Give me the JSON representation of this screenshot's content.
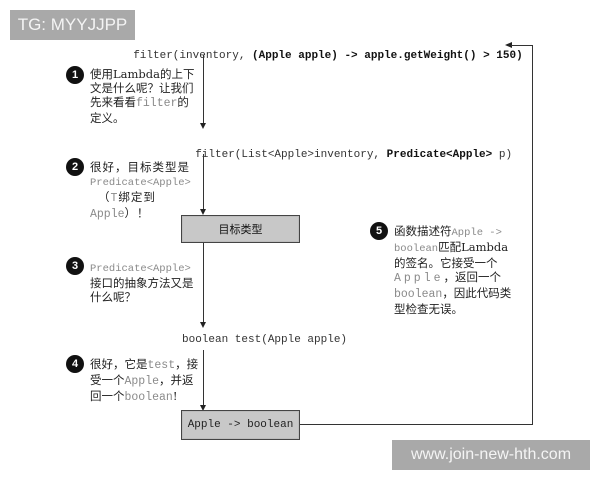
{
  "watermarks": {
    "top_left": "TG: MYYJJPP",
    "bottom_right": "www.join-new-hth.com"
  },
  "code": {
    "call_prefix": "filter(inventory, ",
    "call_lambda": "(Apple apple) -> apple.getWeight() > 150",
    "call_suffix": ")",
    "signature_prefix": "filter(List<Apple>inventory, ",
    "signature_bold": "Predicate<Apple>",
    "signature_suffix": " p)",
    "method": "boolean test(Apple apple)"
  },
  "boxes": {
    "target_type": "目标类型",
    "function_descriptor": "Apple -> boolean"
  },
  "steps": [
    {
      "number": "1",
      "parts": [
        "使用Lambda的上下文是什么呢？让我们先来看看",
        "filter",
        "的定义。"
      ]
    },
    {
      "number": "2",
      "parts": [
        "很好，目标类型是",
        "Predicate<Apple>",
        "（",
        "T",
        "绑定到",
        "Apple",
        "）！"
      ]
    },
    {
      "number": "3",
      "parts": [
        "Predicate<Apple>",
        "接口的抽象方法又是什么呢？"
      ]
    },
    {
      "number": "4",
      "parts": [
        "很好，它是",
        "test",
        "，接受一个",
        "Apple",
        "，并返回一个",
        "boolean",
        "!"
      ]
    },
    {
      "number": "5",
      "parts": [
        "函数描述符",
        "Apple -> boolean",
        "匹配Lambda的签名。它接受一个",
        "Apple",
        "，返回一个",
        "boolean",
        "，因此代码类型检查无误。"
      ]
    }
  ],
  "colors": {
    "box_fill": "#c8c8c8",
    "watermark_bg": "#a9a9a9",
    "badge": "#111111",
    "code_gray": "#8a8a8a"
  }
}
